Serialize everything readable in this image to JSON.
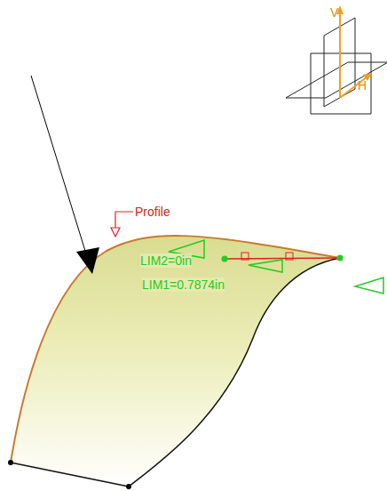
{
  "diagram": {
    "labels": [
      "Profile",
      "LIM2=0in",
      "LIM1=0.7874in",
      "V",
      "H"
    ]
  }
}
